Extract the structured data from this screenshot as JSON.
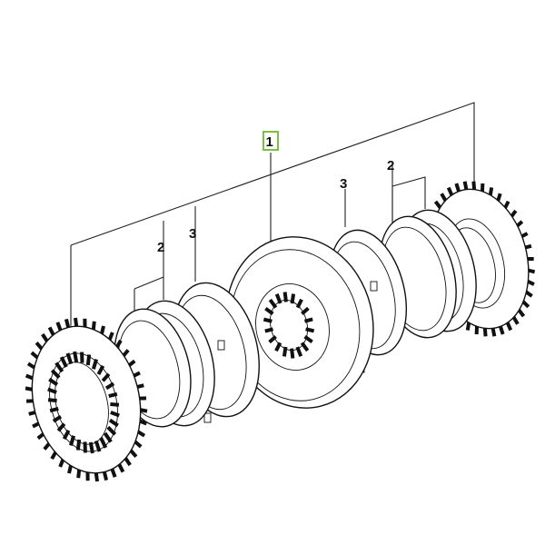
{
  "callouts": {
    "main": "1",
    "ring_left": "2",
    "synchro_left": "3",
    "synchro_right": "3",
    "ring_right": "2"
  },
  "colors": {
    "highlight_box": "#7bc043",
    "line": "#111111",
    "background": "#ffffff"
  }
}
